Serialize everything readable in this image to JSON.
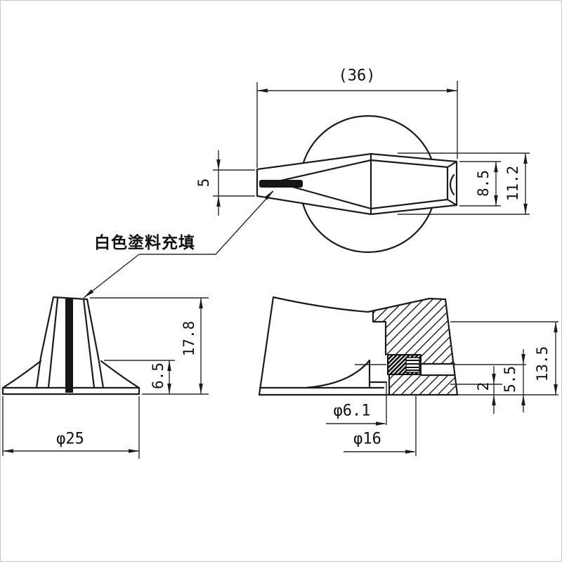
{
  "paint_note": "白色塗料充填",
  "top_view": {
    "width_overall": "(36)",
    "tip_width": "5",
    "rear_width": "8.5",
    "max_width": "11.2"
  },
  "front_view": {
    "height_total": "17.8",
    "height_skirt": "6.5",
    "dia_base": "φ25"
  },
  "section_view": {
    "depth_inner": "13.5",
    "height_hub": "5.5",
    "thickness_flange": "2",
    "dia_hole": "φ6.1",
    "dia_hub": "φ16"
  }
}
